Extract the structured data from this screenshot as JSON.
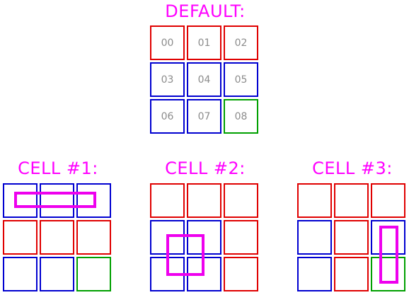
{
  "colors": {
    "accent": "#ff00ff",
    "red": "#e00000",
    "blue": "#0000d0",
    "green": "#00a000",
    "highlight": "#ee00ee",
    "label": "#8c8c8c"
  },
  "default_grid": {
    "title": "DEFAULT:",
    "cells": [
      {
        "label": "00",
        "color": "red"
      },
      {
        "label": "01",
        "color": "red"
      },
      {
        "label": "02",
        "color": "red"
      },
      {
        "label": "03",
        "color": "blue"
      },
      {
        "label": "04",
        "color": "blue"
      },
      {
        "label": "05",
        "color": "blue"
      },
      {
        "label": "06",
        "color": "blue"
      },
      {
        "label": "07",
        "color": "blue"
      },
      {
        "label": "08",
        "color": "green"
      }
    ]
  },
  "examples": [
    {
      "title": "CELL #1:",
      "colors": [
        "blue",
        "blue",
        "blue",
        "red",
        "red",
        "red",
        "blue",
        "blue",
        "green"
      ],
      "highlight": "cells 0-2"
    },
    {
      "title": "CELL #2:",
      "colors": [
        "red",
        "red",
        "red",
        "blue",
        "blue",
        "red",
        "blue",
        "blue",
        "red"
      ],
      "highlight": "cells 3,6"
    },
    {
      "title": "CELL #3:",
      "colors": [
        "red",
        "red",
        "red",
        "blue",
        "red",
        "blue",
        "blue",
        "red",
        "green"
      ],
      "highlight": "cells 5,8"
    }
  ]
}
